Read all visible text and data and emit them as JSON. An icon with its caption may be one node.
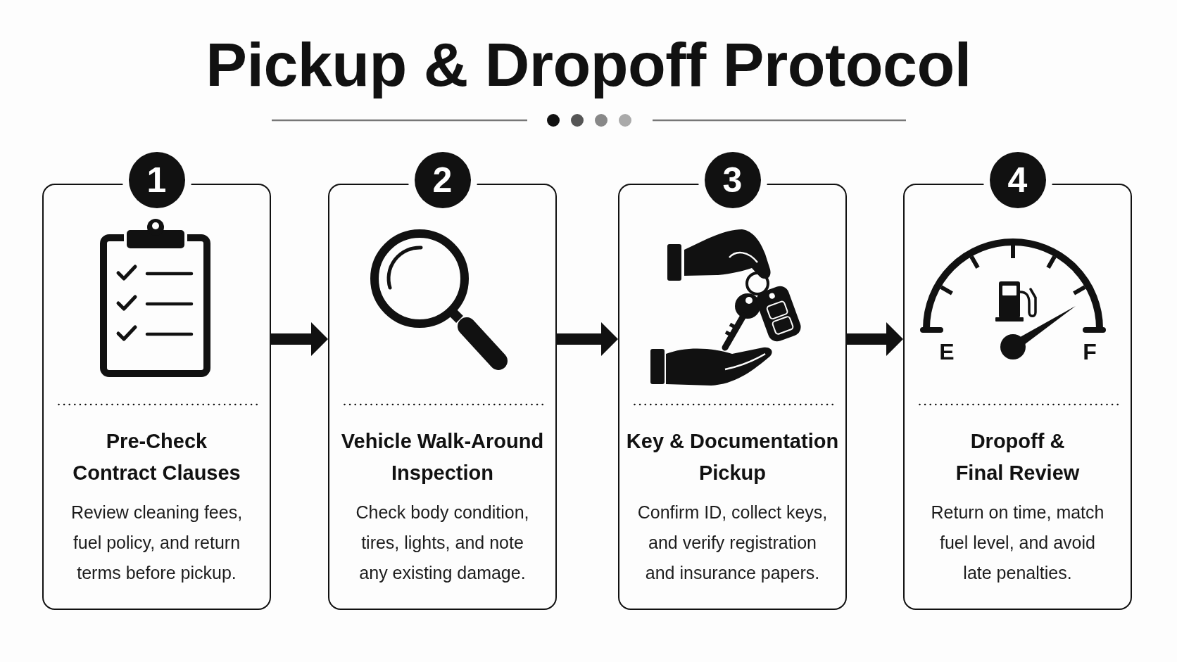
{
  "diagram": {
    "title": "Pickup & Dropoff Protocol",
    "nodes": [
      {
        "text": [
          "1"
        ]
      },
      {
        "text": [
          "Pre-Check Contract Clauses",
          "Review cleaning fees, fuel policy, and return terms before pickup."
        ]
      },
      {
        "text": [
          "2"
        ]
      },
      {
        "text": [
          "Vehicle Walk-Around Inspection",
          "Check body condition, tires, lights, and note any existing damage."
        ]
      },
      {
        "text": [
          "3"
        ]
      },
      {
        "text": [
          "Key & Documentation Pickup",
          "Confirm ID, collect keys, and verify registration and insurance papers."
        ]
      },
      {
        "text": [
          "4"
        ]
      },
      {
        "text": [
          "Dropoff & Final Review",
          "Return on time, match fuel level, and avoid late penalties."
        ]
      }
    ],
    "edges": [
      {
        "from": 1,
        "to": 3,
        "arrow": "to"
      },
      {
        "from": 3,
        "to": 5,
        "arrow": "to"
      },
      {
        "from": 5,
        "to": 7,
        "arrow": "to"
      }
    ],
    "labels": [
      "E",
      "F"
    ]
  }
}
